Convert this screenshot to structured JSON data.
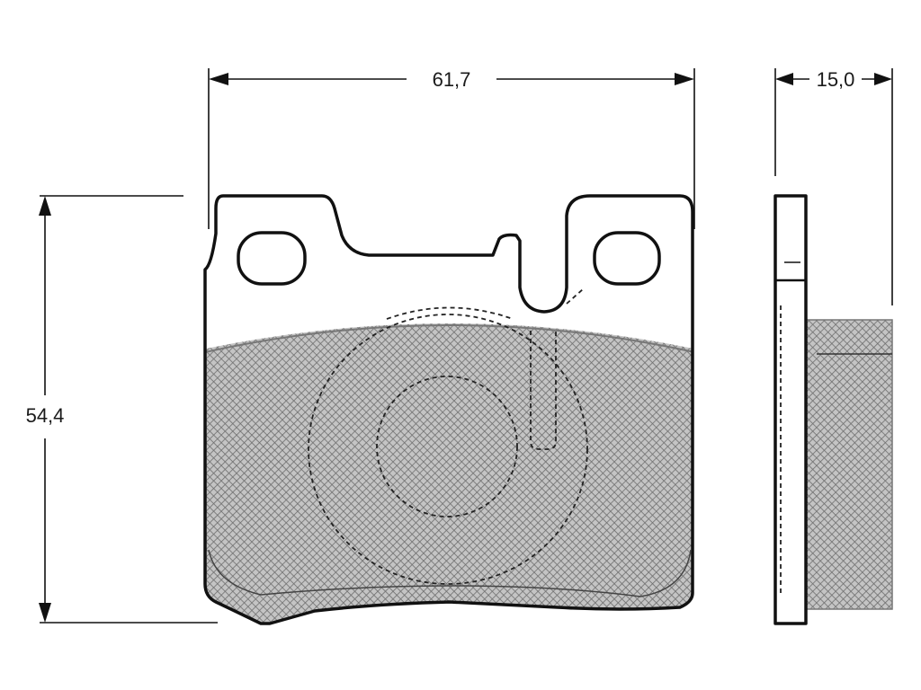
{
  "dimensions": {
    "width_label": "61,7",
    "height_label": "54,4",
    "thickness_label": "15,0"
  },
  "colors": {
    "line": "#111111",
    "friction_fill": "#9c9c9c",
    "background": "#ffffff"
  }
}
